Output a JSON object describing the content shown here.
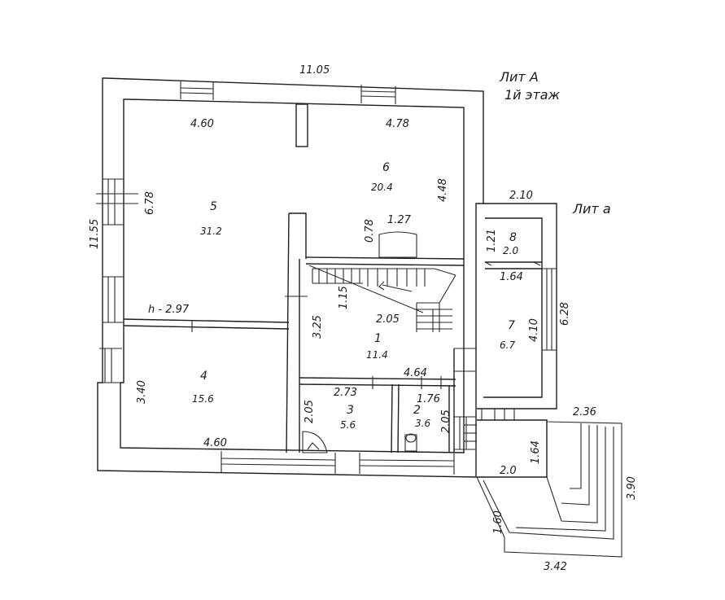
{
  "header": {
    "liter_main": "Лит А",
    "floor": "1й этаж",
    "liter_annex": "Лит а"
  },
  "dimensions": {
    "top_total": "11.05",
    "left_total": "11.55",
    "left_upper": "6.78",
    "left_lower": "3.40",
    "bottom_left": "4.60",
    "room5_top": "4.60",
    "room6_top": "4.78",
    "room6_right": "4.48",
    "h_height": "h - 2.97",
    "stair_width": "1.27",
    "stair_depth": "0.78",
    "stair_len": "2.05",
    "stair_side": "1.15",
    "hall_left": "3.25",
    "hall_bottom": "4.64",
    "room3_top": "2.73",
    "room3_side": "2.05",
    "room2_top": "1.76",
    "room2_side": "2.05",
    "annex_top": "2.10",
    "annex_right": "6.28",
    "room8_side": "1.21",
    "annex_mid": "1.64",
    "room7_side": "4.10",
    "porch_top": "2.36",
    "porch_right": "3.90",
    "porch_bottom": "3.42",
    "porch_left": "1.60",
    "entry_bottom": "2.0",
    "entry_side": "1.64"
  },
  "rooms": [
    {
      "num": "1",
      "area": "11.4"
    },
    {
      "num": "2",
      "area": "3.6"
    },
    {
      "num": "3",
      "area": "5.6"
    },
    {
      "num": "4",
      "area": "15.6"
    },
    {
      "num": "5",
      "area": "31.2"
    },
    {
      "num": "6",
      "area": "20.4"
    },
    {
      "num": "7",
      "area": "6.7"
    },
    {
      "num": "8",
      "area": "2.0"
    }
  ]
}
